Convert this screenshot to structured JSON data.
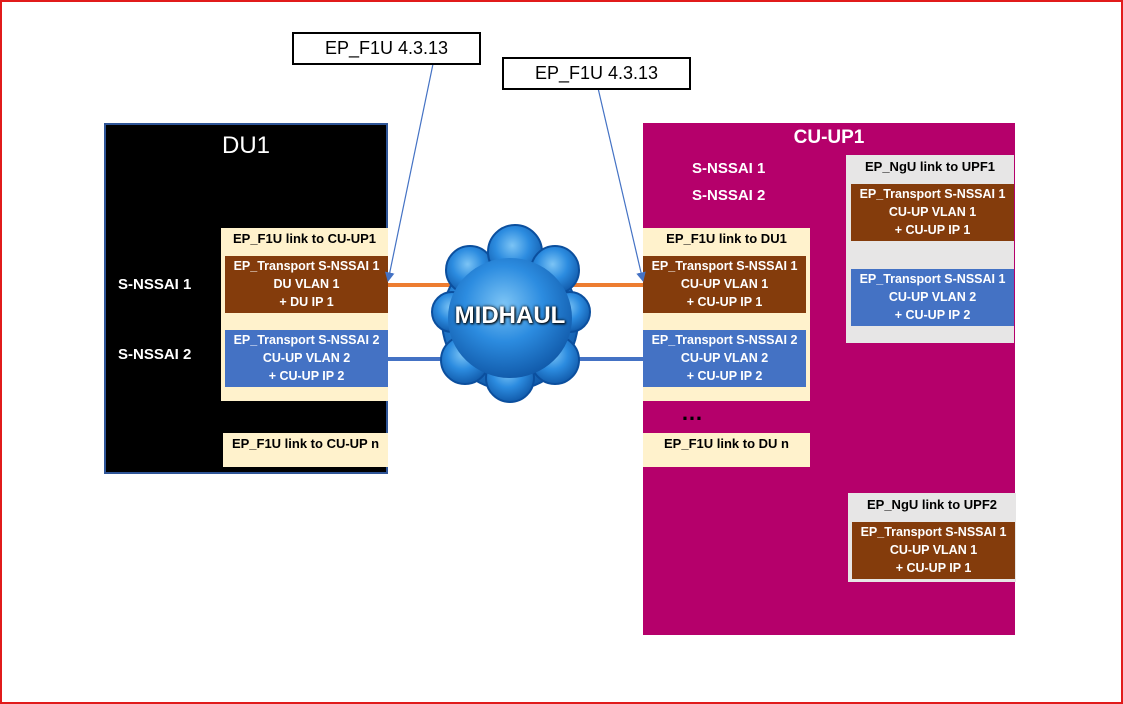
{
  "callouts": {
    "left": "EP_F1U 4.3.13",
    "right": "EP_F1U 4.3.13"
  },
  "du": {
    "title": "DU1",
    "snssai_1": "S-NSSAI 1",
    "snssai_2": "S-NSSAI 2",
    "link_header": "EP_F1U link to CU-UP1",
    "transport_1": [
      "EP_Transport S-NSSAI 1",
      "DU VLAN 1",
      "+ DU IP 1"
    ],
    "transport_2": [
      "EP_Transport S-NSSAI 2",
      "CU-UP VLAN 2",
      "+ CU-UP IP 2"
    ],
    "dots": "…",
    "link_n": "EP_F1U link to CU-UP n"
  },
  "cloud": {
    "label": "MIDHAUL"
  },
  "cu": {
    "title": "CU-UP1",
    "snssai_1": "S-NSSAI 1",
    "snssai_2": "S-NSSAI 2",
    "link_header": "EP_F1U link to DU1",
    "transport_1": [
      "EP_Transport S-NSSAI 1",
      "CU-UP VLAN 1",
      "+ CU-UP IP 1"
    ],
    "transport_2": [
      "EP_Transport S-NSSAI 2",
      "CU-UP VLAN 2",
      "+ CU-UP IP 2"
    ],
    "dots": "…",
    "link_n": "EP_F1U link to DU n",
    "ngu_1": {
      "header": "EP_NgU link to UPF1",
      "transport_a": [
        "EP_Transport S-NSSAI 1",
        "CU-UP VLAN 1",
        "+ CU-UP IP 1"
      ],
      "transport_b": [
        "EP_Transport S-NSSAI 1",
        "CU-UP VLAN 2",
        "+ CU-UP IP 2"
      ]
    },
    "ngu_2": {
      "header": "EP_NgU link to UPF2",
      "transport": [
        "EP_Transport S-NSSAI 1",
        "CU-UP VLAN 1",
        "+ CU-UP IP 1"
      ]
    }
  },
  "colors": {
    "border": "#e11b1b",
    "du_fill": "#000000",
    "cu_fill": "#b5006b",
    "cream": "#fff2cc",
    "brown": "#843c0c",
    "blue": "#4472c4",
    "orange_link": "#ed7d31",
    "blue_link": "#4472c4",
    "cloud": "#1f78d1"
  }
}
